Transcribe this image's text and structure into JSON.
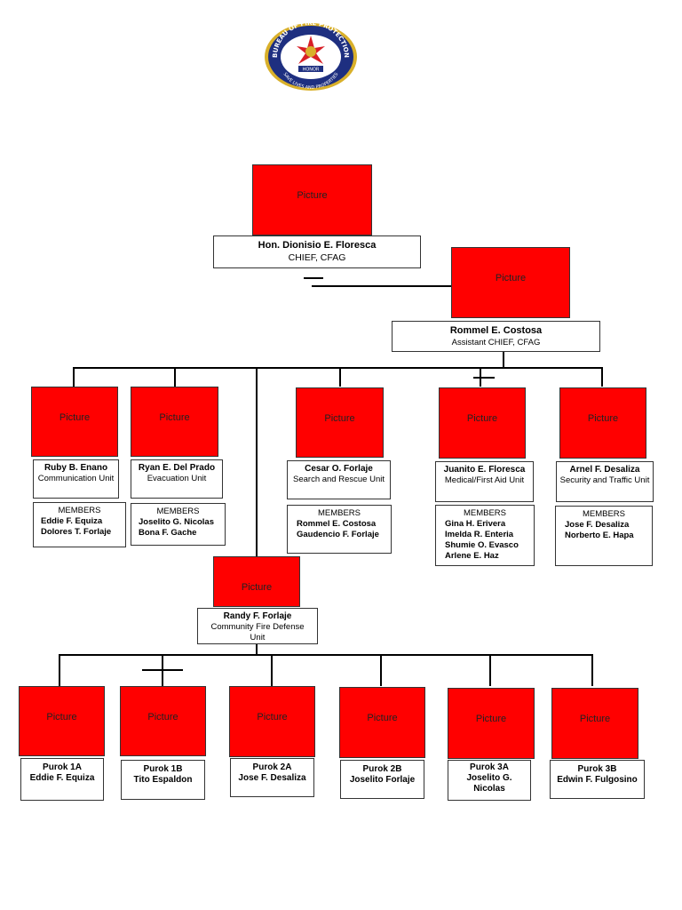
{
  "logo": {
    "ring_text_top": "BUREAU OF FIRE PROTECTION",
    "ring_text_bottom": "SAVE LIVES AND PROPERTIES",
    "banner_text": "HONOR",
    "colors": {
      "ring": "#1e2f80",
      "gold": "#d9b02a",
      "red": "#d81f26"
    }
  },
  "placeholder_label": "Picture",
  "colors": {
    "picture_fill": "#ff0000"
  },
  "chief": {
    "name": "Hon. Dionisio E. Floresca",
    "role": "CHIEF, CFAG"
  },
  "assistant": {
    "name": "Rommel E. Costosa",
    "role": "Assistant CHIEF, CFAG"
  },
  "units": [
    {
      "name": "Ruby B. Enano",
      "role": "Communication Unit",
      "members_label": "MEMBERS",
      "members": [
        "Eddie F. Equiza",
        "Dolores T. Forlaje"
      ]
    },
    {
      "name": "Ryan E. Del Prado",
      "role": "Evacuation Unit",
      "members_label": "MEMBERS",
      "members": [
        "Joselito G. Nicolas",
        "Bona F. Gache"
      ]
    },
    {
      "name": "Cesar O. Forlaje",
      "role": "Search and Rescue Unit",
      "members_label": "MEMBERS",
      "members": [
        "Rommel E. Costosa",
        "Gaudencio F. Forlaje"
      ]
    },
    {
      "name": "Juanito E. Floresca",
      "role": "Medical/First Aid Unit",
      "members_label": "MEMBERS",
      "members": [
        "Gina H. Erivera",
        "Imelda R. Enteria",
        "Shumie O. Evasco",
        "Arlene E. Haz"
      ]
    },
    {
      "name": "Arnel F. Desaliza",
      "role": "Security and Traffic Unit",
      "members_label": "MEMBERS",
      "members": [
        "Jose F. Desaliza",
        "Norberto E. Hapa"
      ]
    }
  ],
  "cfd": {
    "name": "Randy F. Forlaje",
    "role": "Community Fire Defense Unit"
  },
  "puroks": [
    {
      "name": "Purok 1A",
      "leader": "Eddie F. Equiza"
    },
    {
      "name": "Purok 1B",
      "leader": "Tito Espaldon"
    },
    {
      "name": "Purok 2A",
      "leader": "Jose F. Desaliza"
    },
    {
      "name": "Purok 2B",
      "leader": "Joselito Forlaje"
    },
    {
      "name": "Purok 3A",
      "leader": "Joselito G. Nicolas"
    },
    {
      "name": "Purok 3B",
      "leader": "Edwin F. Fulgosino"
    }
  ]
}
